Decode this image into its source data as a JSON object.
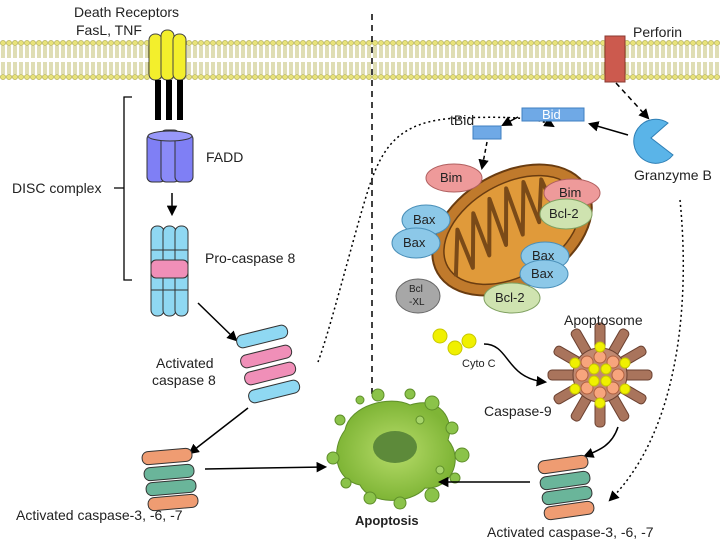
{
  "labels": {
    "death_receptors": "Death Receptors",
    "fasl_tnf": "FasL, TNF",
    "perforin": "Perforin",
    "fadd": "FADD",
    "disc_complex": "DISC complex",
    "pro_caspase8": "Pro-caspase 8",
    "activated_caspase8_line1": "Activated",
    "activated_caspase8_line2": "caspase 8",
    "activated_caspase367_left": "Activated caspase-3, -6, -7",
    "activated_caspase367_right": "Activated caspase-3, -6, -7",
    "apoptosis": "Apoptosis",
    "tbid": "tBid",
    "bid": "Bid",
    "granzyme_b": "Granzyme B",
    "apoptosome": "Apoptosome",
    "cyto_c": "Cyto C",
    "caspase9": "Caspase-9",
    "bim_left": "Bim",
    "bim_right": "Bim",
    "bcl2_upper": "Bcl-2",
    "bcl2_lower": "Bcl-2",
    "bax_1": "Bax",
    "bax_2": "Bax",
    "bax_3": "Bax",
    "bax_4": "Bax",
    "bclxl_line1": "Bcl",
    "bclxl_line2": "-XL"
  },
  "colors": {
    "membrane_head": "#e8e37a",
    "membrane_tail": "#b8b45a",
    "receptor": "#f3ef2c",
    "fadd": "#7f7ff5",
    "caspase_blue": "#8fd8f2",
    "caspase_pink": "#f08fb8",
    "perforin": "#cc5a4e",
    "granzyme": "#5ab4e8",
    "bid": "#6fa9e6",
    "mito_outer": "#c07a2c",
    "mito_inner": "#7a4a18",
    "bim": "#ee9a9a",
    "bcl2": "#cfe3b0",
    "bax": "#8cc8e8",
    "bclxl": "#a7a7a7",
    "cyto_c": "#f0f000",
    "apoptosome_body": "#a9745c",
    "apoptosome_core": "#f7a57d",
    "eff_orange": "#ef9c72",
    "eff_green": "#6ab59a",
    "apoptotic_cell": "#8bc34a"
  }
}
